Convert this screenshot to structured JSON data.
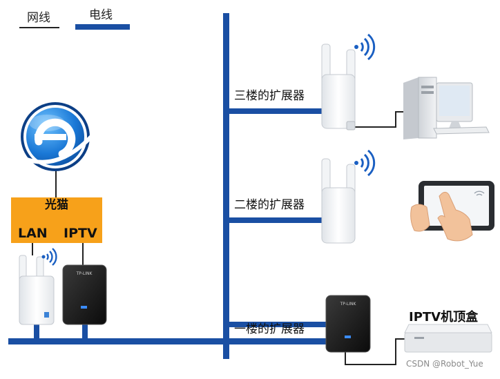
{
  "legend": {
    "network_cable_label": "网线",
    "power_line_label": "电线",
    "network_cable_color": "#222222",
    "power_line_color": "#1a4fa3"
  },
  "modem": {
    "title": "光猫",
    "port_lan": "LAN",
    "port_iptv": "IPTV",
    "color": "#f7a11a"
  },
  "floors": {
    "third": "三楼的扩展器",
    "second": "二楼的扩展器",
    "first": "一楼的扩展器"
  },
  "devices": {
    "iptv_box_label": "IPTV机顶盒",
    "brand_mark": "TP-LINK"
  },
  "watermark": "CSDN @Robot_Yue",
  "icons": {
    "internet": "internet-explorer-e-icon",
    "wifi": "wifi-icon",
    "desktop": "desktop-computer-icon",
    "tablet": "tablet-touch-icon",
    "set_top_box": "set-top-box-icon"
  }
}
